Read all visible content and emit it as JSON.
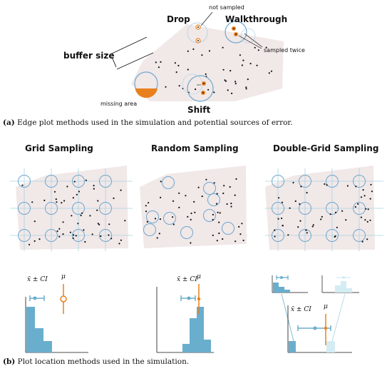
{
  "panel_a": {
    "labels": {
      "drop": "Drop",
      "not_sampled": "not sampled",
      "walkthrough": "Walkthrough",
      "sampled_twice": "sampled twice",
      "buffer_size": "buffer size",
      "missing_area": "missing area",
      "shift": "Shift"
    },
    "caption": {
      "tag": "(a)",
      "text": "Edge plot methods used in the simulation and potential sources of error."
    }
  },
  "panel_b": {
    "titles": {
      "grid": "Grid Sampling",
      "random": "Random Sampling",
      "double_grid": "Double-Grid Sampling"
    },
    "stat_labels": {
      "estimate": "x̄ ± CI",
      "mean": "μ"
    },
    "caption": {
      "tag": "(b)",
      "text": "Plot location methods used in the simulation."
    }
  },
  "colors": {
    "area_fill": "#f1e8e8",
    "plot_circle": "#6fa7cd",
    "grid_line": "#a9d3e3",
    "histogram": "#6aaecd",
    "histogram_light": "#d4ecf3",
    "orange": "#e8801d",
    "tree": "#111111"
  }
}
